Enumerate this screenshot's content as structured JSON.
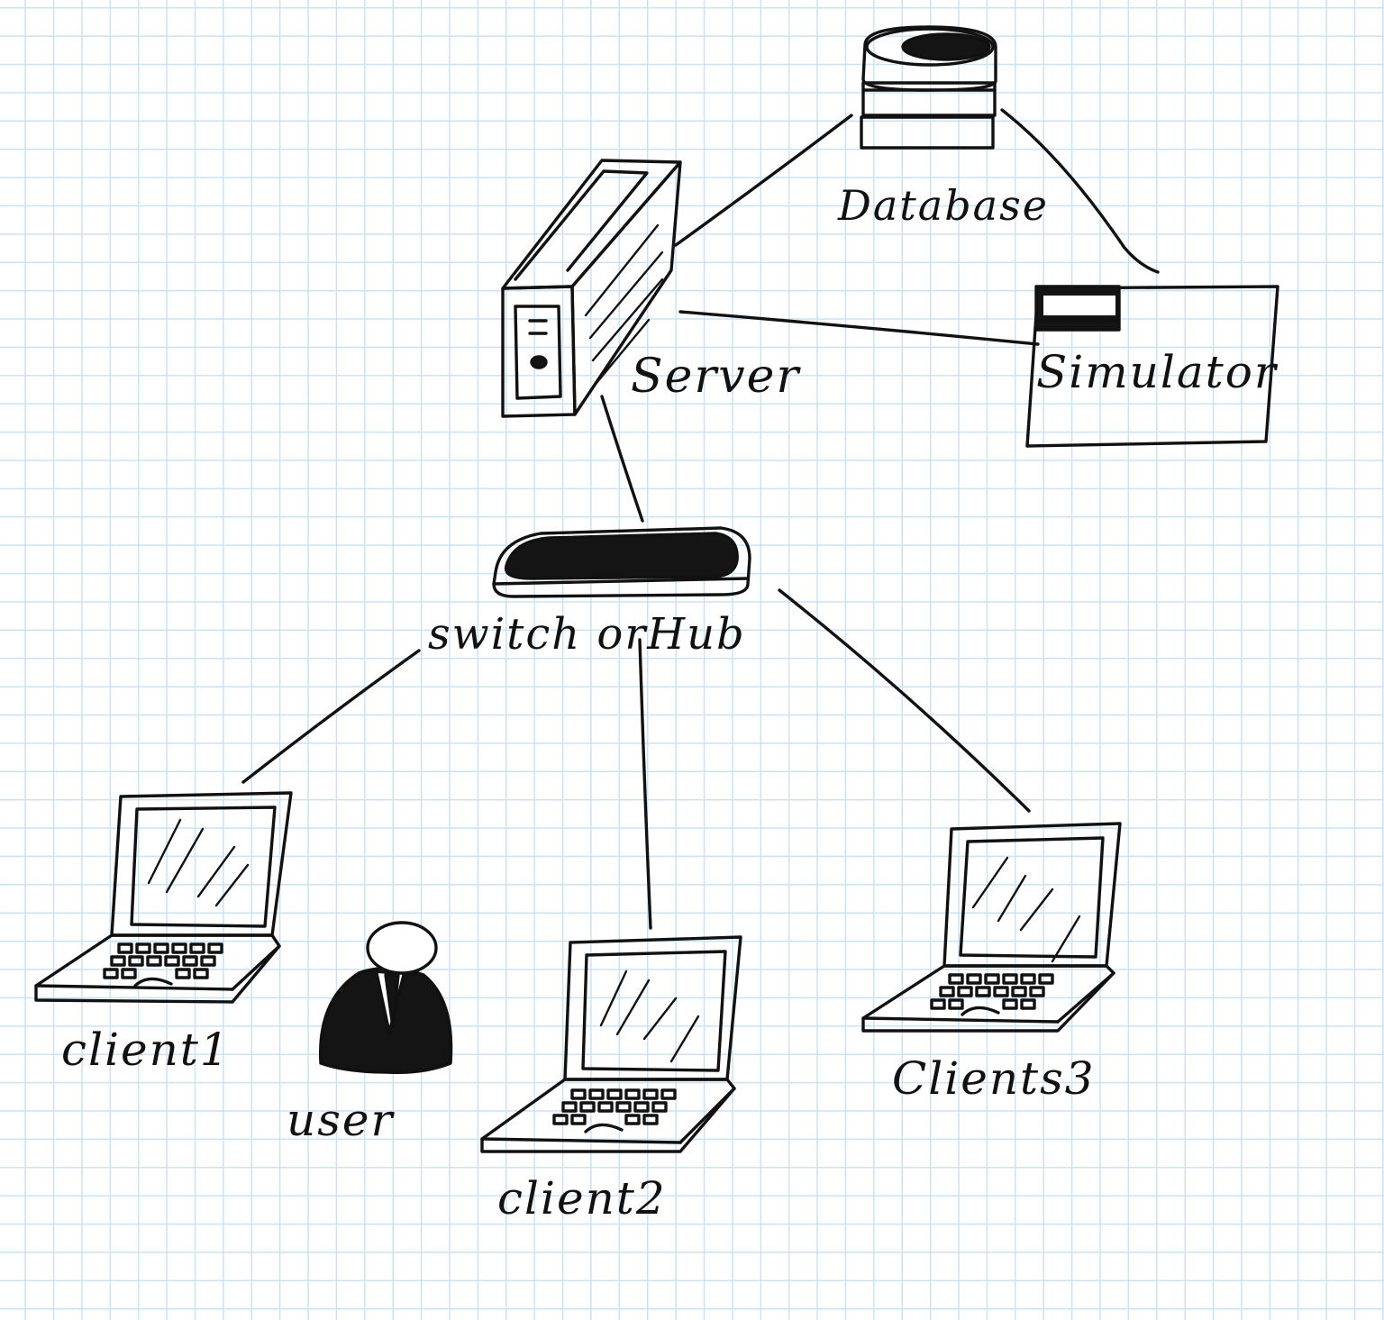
{
  "diagram": {
    "nodes": [
      {
        "id": "database",
        "label": "Database",
        "icon": "database-icon"
      },
      {
        "id": "server",
        "label": "Server",
        "icon": "server-icon"
      },
      {
        "id": "simulator",
        "label": "Simulator",
        "icon": "simulator-box"
      },
      {
        "id": "switch",
        "label": "switch orHub",
        "icon": "switch-icon"
      },
      {
        "id": "client1",
        "label": "client1",
        "icon": "laptop-icon"
      },
      {
        "id": "client2",
        "label": "client2",
        "icon": "laptop-icon"
      },
      {
        "id": "client3",
        "label": "Clients3",
        "icon": "laptop-icon"
      },
      {
        "id": "user",
        "label": "user",
        "icon": "user-icon"
      }
    ],
    "edges": [
      {
        "from": "server",
        "to": "database"
      },
      {
        "from": "database",
        "to": "simulator"
      },
      {
        "from": "server",
        "to": "simulator"
      },
      {
        "from": "server",
        "to": "switch"
      },
      {
        "from": "switch",
        "to": "client1"
      },
      {
        "from": "switch",
        "to": "client2"
      },
      {
        "from": "switch",
        "to": "client3"
      }
    ]
  },
  "colors": {
    "ink": "#111111",
    "grid": "#c9e3f4",
    "paper": "#ffffff"
  }
}
